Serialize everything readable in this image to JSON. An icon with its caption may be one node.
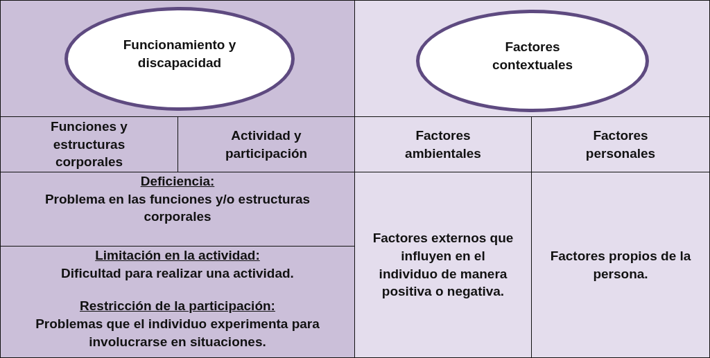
{
  "diagram": {
    "nodes": [
      {
        "text": [
          "Funcionamiento y discapacidad"
        ]
      },
      {
        "text": [
          "Factores contextuales"
        ]
      },
      {
        "text": [
          "Funciones y estructuras corporales"
        ]
      },
      {
        "text": [
          "Actividad y participación"
        ]
      },
      {
        "text": [
          "Factores ambientales"
        ]
      },
      {
        "text": [
          "Factores personales"
        ]
      },
      {
        "text": [
          "Deficiencia:",
          "Problema en las funciones y/o estructuras corporales"
        ]
      },
      {
        "text": [
          "Limitación en la actividad:",
          "Dificultad para realizar una actividad.",
          "Restricción de la participación:",
          "Problemas que el individuo experimenta para involucrarse en situaciones."
        ]
      },
      {
        "text": [
          "Factores externos que influyen en el individuo de manera positiva o negativa."
        ]
      },
      {
        "text": [
          "Factores propios de la persona."
        ]
      }
    ]
  }
}
